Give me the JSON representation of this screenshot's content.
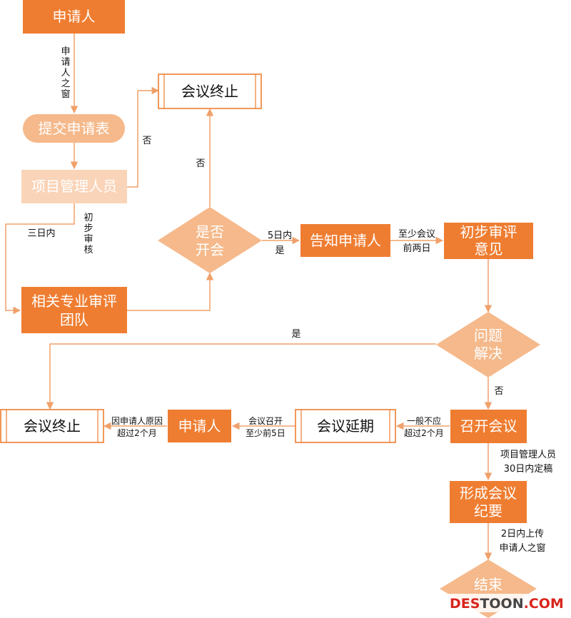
{
  "nodes": {
    "applicant_top": "申请人",
    "meeting_end_top": "会议终止",
    "submit_form": "提交申请表",
    "pm_staff": "项目管理人员",
    "whether_meeting_l1": "是否",
    "whether_meeting_l2": "开会",
    "notify_applicant": "告知申请人",
    "prelim_review_l1": "初步审评",
    "prelim_review_l2": "意见",
    "expert_team_l1": "相关专业审评",
    "expert_team_l2": "团队",
    "issue_resolved_l1": "问题",
    "issue_resolved_l2": "解决",
    "meeting_end_bottom": "会议终止",
    "applicant_bottom": "申请人",
    "meeting_postpone": "会议延期",
    "hold_meeting": "召开会议",
    "minutes_l1": "形成会议",
    "minutes_l2": "纪要",
    "end": "结束"
  },
  "labels": {
    "applicant_window": [
      "申",
      "请",
      "人",
      "之",
      "窗"
    ],
    "no_top": "否",
    "no_mid": "否",
    "three_days": "三日内",
    "prelim_check": [
      "初",
      "步",
      "审",
      "核"
    ],
    "five_days": "5日内",
    "yes_mid": "是",
    "two_days_before_l1": "至少会议",
    "two_days_before_l2": "前两日",
    "yes_left": "是",
    "no_bottom": "否",
    "over_2m_l1": "一般不应",
    "over_2m_l2": "超过2个月",
    "convene_5d_l1": "会议召开",
    "convene_5d_l2": "至少前5日",
    "reason_l1": "因申请人原因",
    "reason_l2": "超过2个月",
    "pm_30d_l1": "项目管理人员",
    "pm_30d_l2": "30日内定稿",
    "upload_l1": "2日内上传",
    "upload_l2": "申请人之窗"
  },
  "watermark": {
    "part1": "DES",
    "part2": "TOON",
    "part3": ".COM"
  },
  "colors": {
    "dark_orange": "#ef7d31",
    "light_orange": "#f5b98b",
    "pale_orange": "#fad4b8",
    "connector": "#f0a06a"
  }
}
